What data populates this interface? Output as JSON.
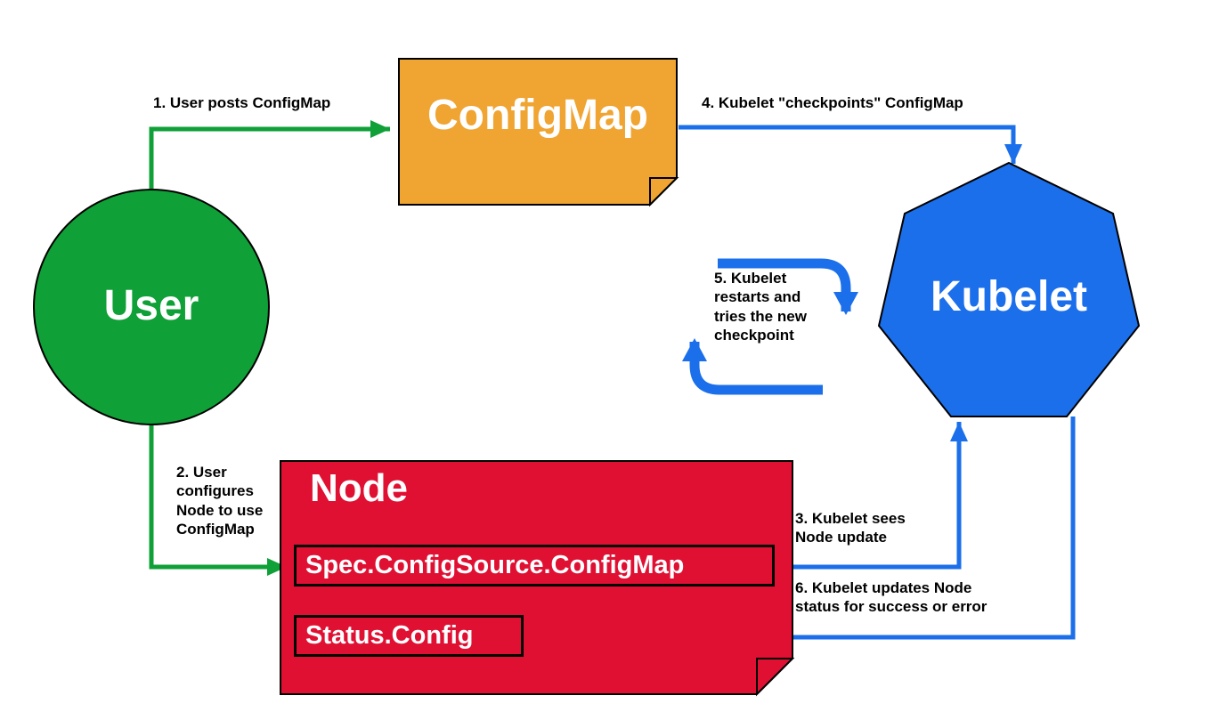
{
  "diagram": {
    "colors": {
      "green": "#0FA037",
      "orange": "#F0A431",
      "blue": "#1B6FEB",
      "red": "#E01033",
      "outline": "#000000",
      "node_text": "#FFFFFF",
      "label_text": "#000000"
    },
    "nodes": {
      "user": {
        "label": "User",
        "shape": "circle"
      },
      "configmap": {
        "label": "ConfigMap",
        "shape": "document"
      },
      "kubelet": {
        "label": "Kubelet",
        "shape": "heptagon"
      },
      "node": {
        "label": "Node",
        "shape": "document"
      },
      "spec_box": {
        "label": "Spec.ConfigSource.ConfigMap"
      },
      "status_box": {
        "label": "Status.Config"
      }
    },
    "steps": {
      "step1": "1. User posts ConfigMap",
      "step2": "2. User configures Node to use ConfigMap",
      "step3": "3. Kubelet sees Node update",
      "step4": "4. Kubelet \"checkpoints\" ConfigMap",
      "step5": "5. Kubelet restarts and tries the new checkpoint",
      "step6": "6. Kubelet updates Node status for success or error"
    }
  }
}
